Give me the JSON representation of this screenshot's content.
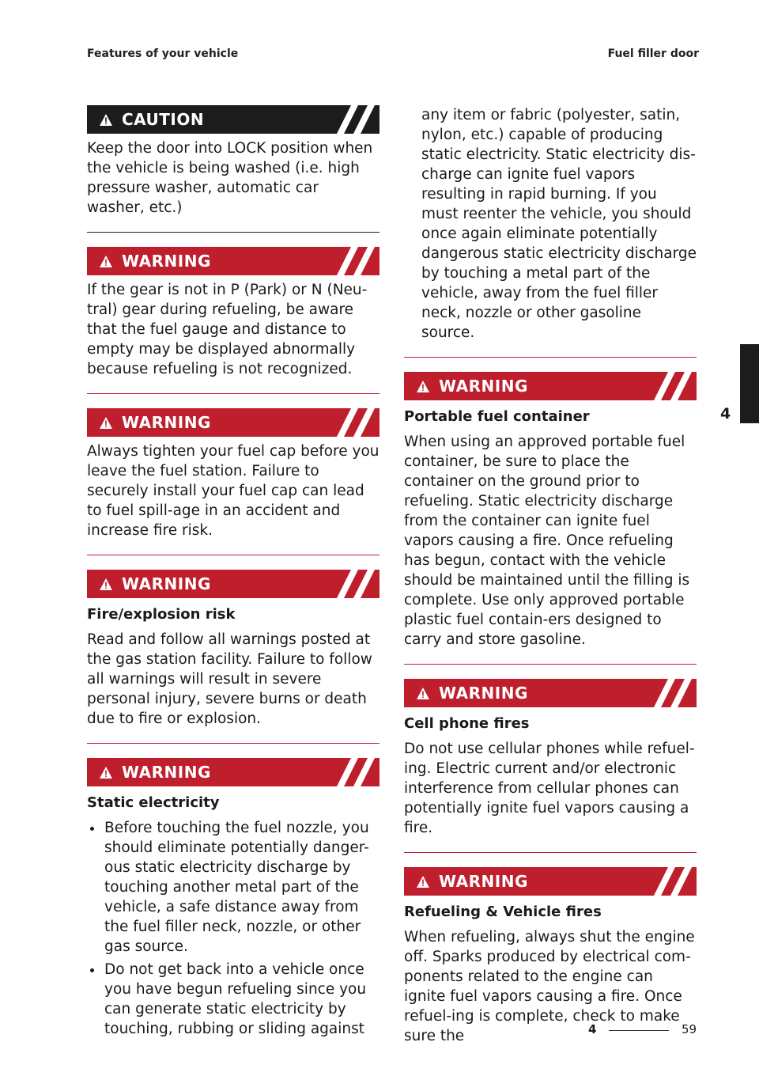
{
  "header": {
    "left": "Features of your vehicle",
    "right": "Fuel filler door"
  },
  "colors": {
    "warning": "#bf1e2d",
    "caution": "#1c1c1c"
  },
  "left_column": {
    "caution": {
      "label": "CAUTION",
      "text": "Keep the door into LOCK position when the vehicle is being washed (i.e. high pressure washer, automatic car washer, etc.)"
    },
    "warning1": {
      "label": "WARNING",
      "text": "If the gear is not in P (Park) or N (Neu-tral) gear during refueling, be aware that the fuel gauge and distance to empty may be displayed abnormally because refueling is not recognized."
    },
    "warning2": {
      "label": "WARNING",
      "text": "Always tighten your fuel cap before you leave the fuel station. Failure to securely install your fuel cap can lead to fuel spill-age in an accident and increase fire risk."
    },
    "warning3": {
      "label": "WARNING",
      "title": "Fire/explosion risk",
      "text": "Read and follow all warnings posted at the gas station facility. Failure to follow all warnings will result in severe personal injury, severe burns or death due to fire or explosion."
    },
    "warning4": {
      "label": "WARNING",
      "title": "Static electricity",
      "bullets": [
        "Before touching the fuel nozzle, you should eliminate potentially danger-ous static electricity discharge by touching another metal part of the vehicle, a safe distance away from the fuel filler neck, nozzle, or other gas source.",
        "Do not get back into a vehicle once you have begun refueling since you can generate static electricity by touching, rubbing or sliding against"
      ]
    }
  },
  "right_column": {
    "continuation": "any item or fabric (polyester, satin, nylon, etc.) capable of producing static electricity. Static electricity dis-charge can ignite fuel vapors resulting in rapid burning. If you must reenter the vehicle, you should once again eliminate potentially dangerous static electricity discharge by touching a metal part of the vehicle, away from the fuel filler neck, nozzle or other gasoline source.",
    "warning5": {
      "label": "WARNING",
      "title": "Portable fuel container",
      "text": "When using an approved portable fuel container, be sure to place the container on the ground prior to refueling. Static electricity discharge from the container can ignite fuel vapors causing a fire. Once refueling has begun, contact with the vehicle should be maintained until the filling is complete. Use only approved portable plastic fuel contain-ers designed to carry and store gasoline."
    },
    "warning6": {
      "label": "WARNING",
      "title": "Cell phone fires",
      "text": "Do not use cellular phones while refuel-ing. Electric current and/or electronic interference from cellular phones can potentially ignite fuel vapors causing a fire."
    },
    "warning7": {
      "label": "WARNING",
      "title": "Refueling & Vehicle fires",
      "text": "When refueling, always shut the engine off. Sparks produced by electrical com-ponents related to the engine can ignite fuel vapors causing a fire. Once refuel-ing is complete, check to make sure the"
    }
  },
  "side_tab": {
    "number": "4"
  },
  "footer": {
    "chapter": "4",
    "page": "59"
  }
}
